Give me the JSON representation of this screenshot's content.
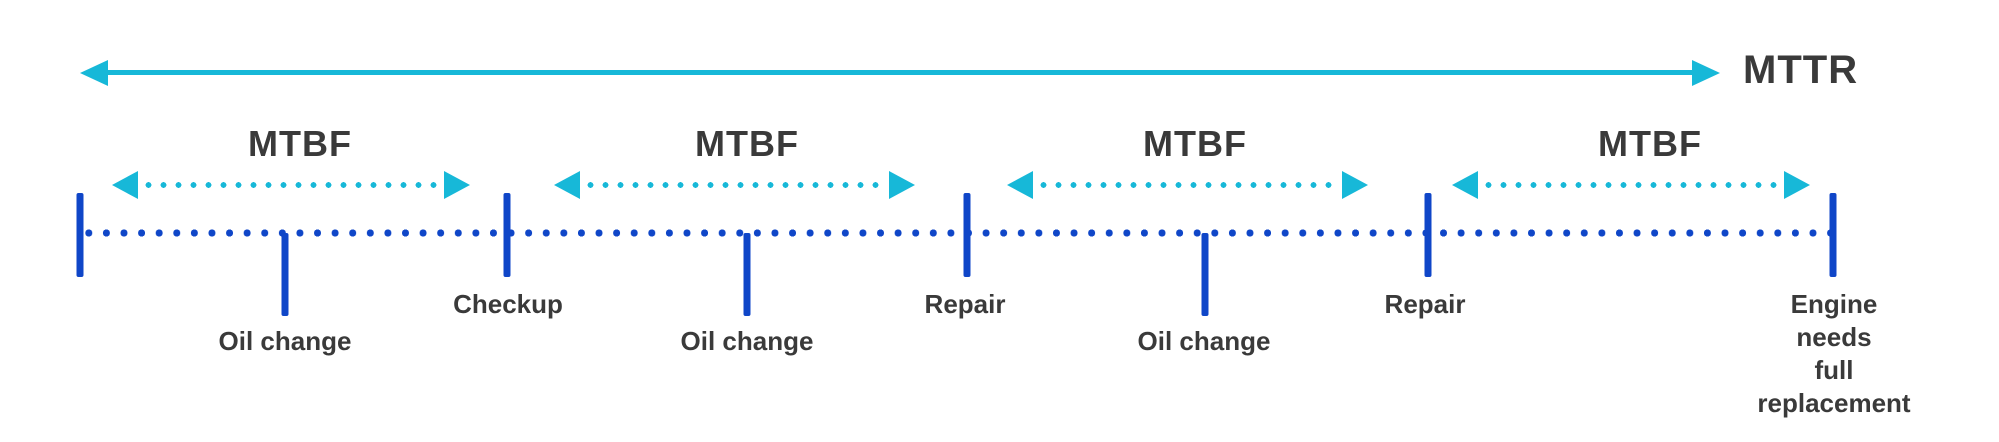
{
  "diagram": {
    "title_arrow_label": "MTTR",
    "mtbf_labels": [
      "MTBF",
      "MTBF",
      "MTBF",
      "MTBF"
    ],
    "boundary_labels": [
      "Checkup",
      "Repair",
      "Repair",
      "Engine needs\nfull replacement"
    ],
    "interval_labels": [
      "Oil change",
      "Oil change",
      "Oil change"
    ],
    "colors": {
      "cyan": "#17b8d8",
      "blue": "#0f46c8",
      "text": "#3a3a3a",
      "bg": "#ffffff"
    }
  }
}
